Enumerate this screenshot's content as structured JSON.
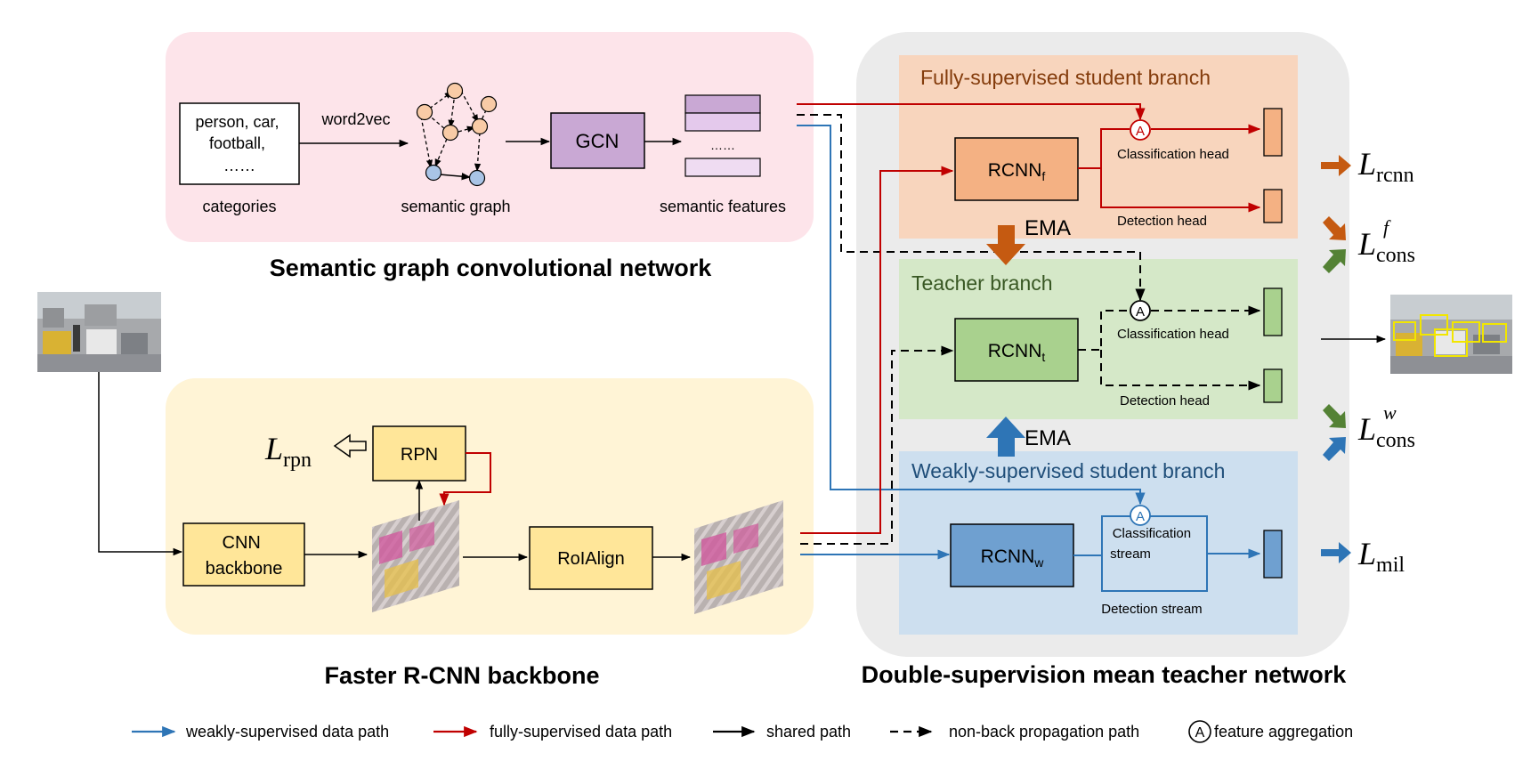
{
  "semantic": {
    "title": "Semantic graph convolutional network",
    "categories_box": [
      "person, car,",
      "football,",
      "……"
    ],
    "categories_label": "categories",
    "word2vec_label": "word2vec",
    "graph_label": "semantic graph",
    "gcn_label": "GCN",
    "features_dots": "……",
    "features_label": "semantic features"
  },
  "backbone": {
    "title": "Faster R-CNN backbone",
    "cnn_line1": "CNN",
    "cnn_line2": "backbone",
    "rpn_label": "RPN",
    "roialign_label": "RoIAlign",
    "loss_rpn_main": "L",
    "loss_rpn_sub": "rpn"
  },
  "teacher_net": {
    "title": "Double-supervision mean teacher network",
    "fully": {
      "title": "Fully-supervised student branch",
      "rcnn_main": "RCNN",
      "rcnn_sub": "f",
      "cls_head": "Classification head",
      "det_head": "Detection head"
    },
    "teacher": {
      "title": "Teacher branch",
      "rcnn_main": "RCNN",
      "rcnn_sub": "t",
      "cls_head": "Classification head",
      "det_head": "Detection head"
    },
    "weakly": {
      "title": "Weakly-supervised student branch",
      "rcnn_main": "RCNN",
      "rcnn_sub": "w",
      "cls_stream_1": "Classification",
      "cls_stream_2": "stream",
      "det_stream": "Detection stream"
    },
    "ema_top": "EMA",
    "ema_bottom": "EMA",
    "aggregation_symbol": "A"
  },
  "losses": {
    "rcnn": {
      "main": "L",
      "sub": "rcnn"
    },
    "cons_f": {
      "main": "L",
      "sub": "cons",
      "sup": "f"
    },
    "cons_w": {
      "main": "L",
      "sub": "cons",
      "sup": "w"
    },
    "mil": {
      "main": "L",
      "sub": "mil"
    }
  },
  "legend": {
    "weak_path": "weakly-supervised data path",
    "full_path": "fully-supervised data path",
    "shared_path": "shared path",
    "nonbp_path": "non-back propagation path",
    "aggregation_symbol": "A",
    "aggregation": "feature aggregation"
  },
  "colors": {
    "pink_bg": "#fde4ea",
    "yellow_bg": "#fff4d6",
    "gray_bg": "#ebebeb",
    "orange_bg": "#f8d5bd",
    "green_bg": "#d5e8c8",
    "blue_bg": "#cddfef",
    "red_path": "#c00000",
    "blue_path": "#2e75b6",
    "orange_arrow": "#c55a11",
    "green_arrow": "#548235",
    "gcn_fill": "#c9a8d4",
    "rcnn_f_fill": "#f4b183",
    "rcnn_t_fill": "#a9d18e",
    "rcnn_w_fill": "#6fa0d0"
  }
}
